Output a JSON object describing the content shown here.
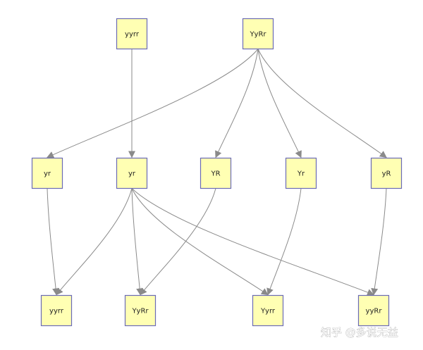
{
  "diagram": {
    "nodes": [
      {
        "id": "top-yyrr",
        "label": "yyrr"
      },
      {
        "id": "top-YyRr",
        "label": "YyRr"
      },
      {
        "id": "mid-yr-left",
        "label": "yr"
      },
      {
        "id": "mid-yr",
        "label": "yr"
      },
      {
        "id": "mid-YR",
        "label": "YR"
      },
      {
        "id": "mid-Yr",
        "label": "Yr"
      },
      {
        "id": "mid-yR",
        "label": "yR"
      },
      {
        "id": "bot-yyrr",
        "label": "yyrr"
      },
      {
        "id": "bot-YyRr",
        "label": "YyRr"
      },
      {
        "id": "bot-Yyrr",
        "label": "Yyrr"
      },
      {
        "id": "bot-yyRr",
        "label": "yyRr"
      }
    ],
    "edges": [
      {
        "from": "top-yyrr",
        "to": "mid-yr"
      },
      {
        "from": "top-YyRr",
        "to": "mid-yr-left"
      },
      {
        "from": "top-YyRr",
        "to": "mid-YR"
      },
      {
        "from": "top-YyRr",
        "to": "mid-Yr"
      },
      {
        "from": "top-YyRr",
        "to": "mid-yR"
      },
      {
        "from": "mid-yr-left",
        "to": "bot-yyrr"
      },
      {
        "from": "mid-yr",
        "to": "bot-yyrr"
      },
      {
        "from": "mid-yr",
        "to": "bot-YyRr"
      },
      {
        "from": "mid-yr",
        "to": "bot-Yyrr"
      },
      {
        "from": "mid-yr",
        "to": "bot-yyRr"
      },
      {
        "from": "mid-YR",
        "to": "bot-YyRr"
      },
      {
        "from": "mid-Yr",
        "to": "bot-Yyrr"
      },
      {
        "from": "mid-yR",
        "to": "bot-yyRr"
      }
    ],
    "colors": {
      "node_fill": "#ffffb3",
      "node_stroke": "#6b6bb5",
      "edge": "#8a8a8a"
    }
  },
  "watermark": {
    "text": "知乎 @多说无益"
  }
}
